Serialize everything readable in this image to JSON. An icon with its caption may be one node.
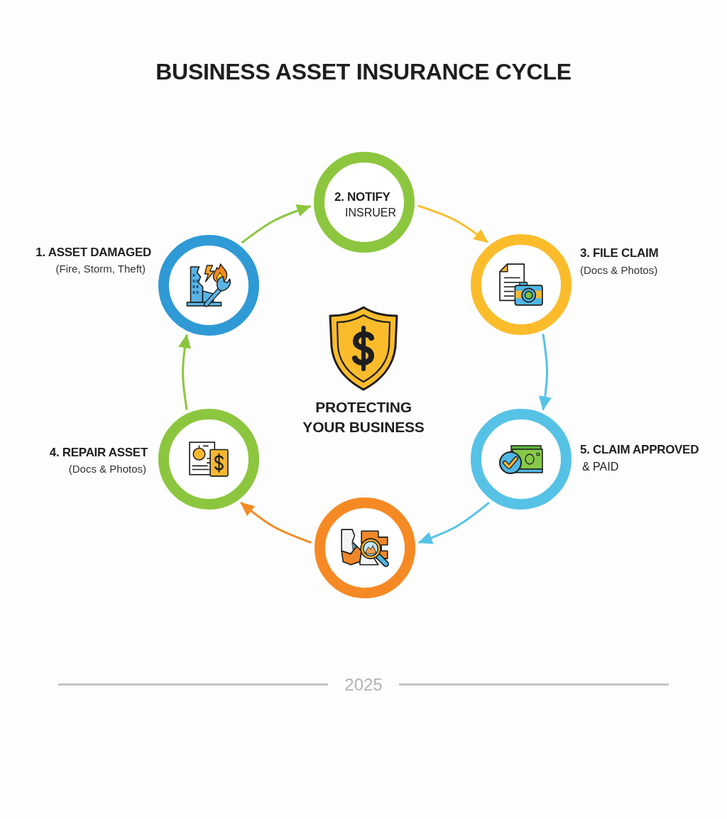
{
  "diagram": {
    "title": "BUSINESS ASSET INSURANCE CYCLE",
    "nodes": [
      {
        "text": [
          "1. ASSET DAMAGED",
          "(Fire, Storm, Theft)"
        ]
      },
      {
        "text": [
          "2. NOTIFY",
          "INSRUER"
        ]
      },
      {
        "text": [
          "3. FILE CLAIM",
          "(Docs & Photos)"
        ]
      },
      {
        "text": [
          "5. CLAIM APPROVED",
          "& PAID"
        ]
      },
      {
        "text": [],
        "shape": "circle"
      },
      {
        "text": [
          "4. REPAIR ASSET",
          "(Docs & Photos)"
        ]
      }
    ],
    "edges": [
      {
        "from": 0,
        "to": 1,
        "arrow": "to",
        "color": "#8cc63f"
      },
      {
        "from": 1,
        "to": 2,
        "arrow": "to",
        "color": "#fbbc2c"
      },
      {
        "from": 2,
        "to": 3,
        "arrow": "to",
        "color": "#56c2e6"
      },
      {
        "from": 3,
        "to": 4,
        "arrow": "to",
        "color": "#56c2e6"
      },
      {
        "from": 4,
        "to": 5,
        "arrow": "to",
        "color": "#f58a24"
      },
      {
        "from": 5,
        "to": 0,
        "arrow": "to",
        "color": "#8cc63f"
      }
    ],
    "labels": [
      "PROTECTING YOUR BUSINESS",
      "2025"
    ]
  }
}
